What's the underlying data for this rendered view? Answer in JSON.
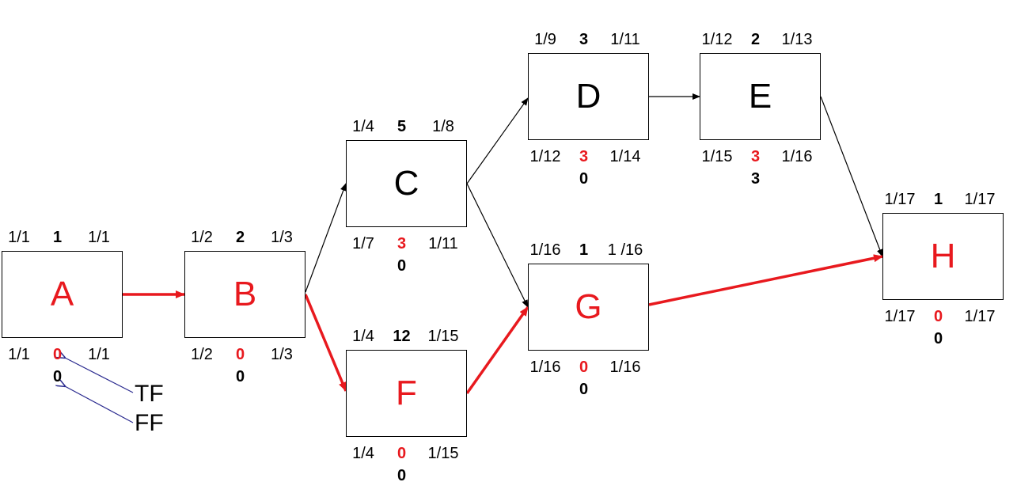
{
  "colors": {
    "critical": "#e8191e",
    "normal": "#000000",
    "legend_arrow": "#2a2a8f"
  },
  "nodes": [
    {
      "id": "A",
      "label": "A",
      "critical": true,
      "top": {
        "left": "1/1",
        "mid": "1",
        "right": "1/1"
      },
      "bottom": {
        "left": "1/1",
        "mid": "0",
        "right": "1/1"
      },
      "free": "0"
    },
    {
      "id": "B",
      "label": "B",
      "critical": true,
      "top": {
        "left": "1/2",
        "mid": "2",
        "right": "1/3"
      },
      "bottom": {
        "left": "1/2",
        "mid": "0",
        "right": "1/3"
      },
      "free": "0"
    },
    {
      "id": "C",
      "label": "C",
      "critical": false,
      "top": {
        "left": "1/4",
        "mid": "5",
        "right": "1/8"
      },
      "bottom": {
        "left": "1/7",
        "mid": "3",
        "right": "1/11"
      },
      "free": "0"
    },
    {
      "id": "D",
      "label": "D",
      "critical": false,
      "top": {
        "left": "1/9",
        "mid": "3",
        "right": "1/11"
      },
      "bottom": {
        "left": "1/12",
        "mid": "3",
        "right": "1/14"
      },
      "free": "0"
    },
    {
      "id": "E",
      "label": "E",
      "critical": false,
      "top": {
        "left": "1/12",
        "mid": "2",
        "right": "1/13"
      },
      "bottom": {
        "left": "1/15",
        "mid": "3",
        "right": "1/16"
      },
      "free": "3"
    },
    {
      "id": "F",
      "label": "F",
      "critical": true,
      "top": {
        "left": "1/4",
        "mid": "12",
        "right": "1/15"
      },
      "bottom": {
        "left": "1/4",
        "mid": "0",
        "right": "1/15"
      },
      "free": "0"
    },
    {
      "id": "G",
      "label": "G",
      "critical": true,
      "top": {
        "left": "1/16",
        "mid": "1",
        "right": "1 /16"
      },
      "bottom": {
        "left": "1/16",
        "mid": "0",
        "right": "1/16"
      },
      "free": "0"
    },
    {
      "id": "H",
      "label": "H",
      "critical": true,
      "top": {
        "left": "1/17",
        "mid": "1",
        "right": "1/17"
      },
      "bottom": {
        "left": "1/17",
        "mid": "0",
        "right": "1/17"
      },
      "free": "0"
    }
  ],
  "edges": [
    {
      "from": "A",
      "to": "B",
      "critical": true
    },
    {
      "from": "B",
      "to": "C",
      "critical": false
    },
    {
      "from": "B",
      "to": "F",
      "critical": true
    },
    {
      "from": "C",
      "to": "D",
      "critical": false
    },
    {
      "from": "C",
      "to": "G",
      "critical": false
    },
    {
      "from": "D",
      "to": "E",
      "critical": false
    },
    {
      "from": "E",
      "to": "H",
      "critical": false
    },
    {
      "from": "F",
      "to": "G",
      "critical": true
    },
    {
      "from": "G",
      "to": "H",
      "critical": true
    }
  ],
  "legend": {
    "tf": "TF",
    "ff": "FF"
  }
}
